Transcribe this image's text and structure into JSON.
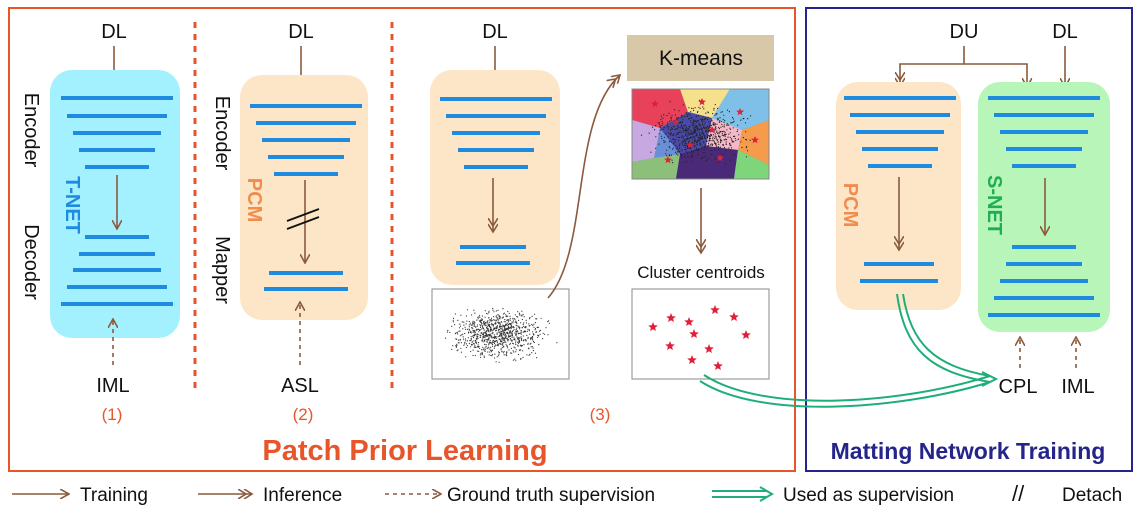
{
  "colors": {
    "orange": "#e8552b",
    "navy": "#24248a",
    "brown": "#8b5a3c",
    "blue_bar": "#1e8ae0",
    "cyan_box": "#a3f1ff",
    "peach_box": "#fde6c8",
    "green_box": "#b8f5b8",
    "kmeans_box": "#d8c8a8",
    "green_arrow": "#1fae7a",
    "star_red": "#e0203a"
  },
  "inputs": {
    "dl": "DL",
    "du": "DU",
    "iml": "IML",
    "asl": "ASL",
    "cpl": "CPL"
  },
  "side_labels": {
    "encoder": "Encoder",
    "decoder": "Decoder",
    "mapper": "Mapper"
  },
  "networks": {
    "tnet": "T-NET",
    "pcm": "PCM",
    "snet": "S-NET"
  },
  "steps": [
    "(1)",
    "(2)",
    "(3)"
  ],
  "kmeans": "K-means",
  "cluster_centroids": "Cluster centroids",
  "sections": {
    "patch_prior": "Patch Prior Learning",
    "matting": "Matting Network Training"
  },
  "legend": {
    "training": "Training",
    "inference": "Inference",
    "gt_supervision": "Ground truth supervision",
    "used_as_supervision": "Used as supervision",
    "detach": "Detach",
    "detach_symbol": "//"
  }
}
